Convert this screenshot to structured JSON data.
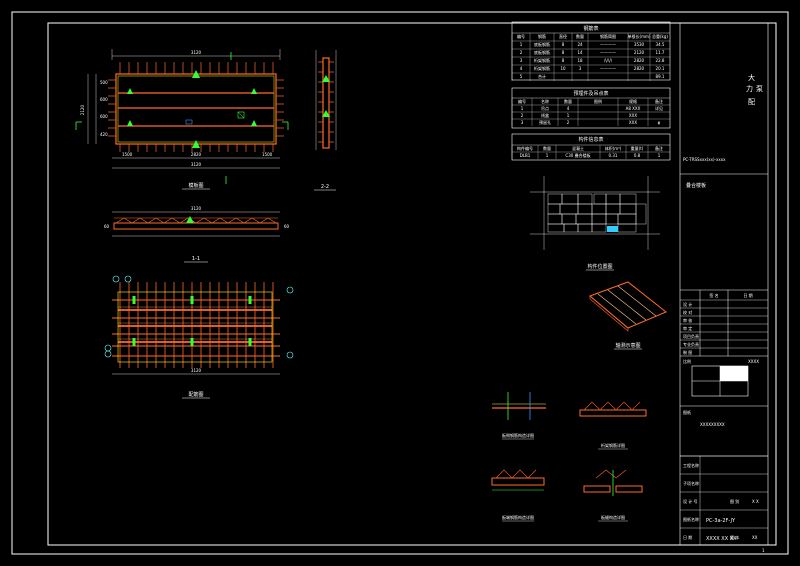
{
  "title_block": {
    "project_chars": [
      "大",
      "力",
      "泵",
      "配"
    ],
    "subtitle": "PC-TRSSxxx(xx)-xxxx",
    "drawing_name": "叠合楼板",
    "rows": [
      {
        "left": "设  计",
        "right": ""
      },
      {
        "left": "校  对",
        "right": ""
      },
      {
        "left": "审  核",
        "right": ""
      },
      {
        "left": "审  定",
        "right": ""
      },
      {
        "left": "项目负责",
        "right": ""
      },
      {
        "left": "专业负责",
        "right": ""
      },
      {
        "left": "制  图",
        "right": ""
      }
    ],
    "col_headers": [
      "签  名",
      "日  期"
    ],
    "scale_left": "比例",
    "scale_right": "XXXX",
    "info_label": "图纸",
    "info_value": "XXXXXXXXX",
    "bottom_rows": [
      {
        "label": "工程名称",
        "value": ""
      },
      {
        "label": "子项名称",
        "value": ""
      },
      {
        "label": "设 计 号",
        "value": "",
        "extra_label": "图 别",
        "extra_value": "X X"
      },
      {
        "label": "图纸名称",
        "value": "PC-3a-2F-JY"
      },
      {
        "label": "日  期",
        "value": "XXXX XX XX",
        "extra_label": "版 本",
        "extra_value": "XX"
      }
    ],
    "sheet_no": "1"
  },
  "tables": {
    "rebar_table_title": "钢筋表",
    "rebar_headers": [
      "编号",
      "钢筋",
      "直径",
      "数量",
      "钢筋简图",
      "单根长(mm)",
      "总重(kg)"
    ],
    "rebar_rows": [
      [
        "1",
        "底板钢筋",
        "8",
        "24",
        "————",
        "3530",
        "34.5"
      ],
      [
        "2",
        "底板钢筋",
        "8",
        "14",
        "————",
        "2120",
        "11.7"
      ],
      [
        "3",
        "桁架钢筋",
        "8",
        "18",
        "/\\/\\/\\",
        "2820",
        "22.8"
      ],
      [
        "4",
        "桁架钢筋",
        "10",
        "3",
        "————",
        "2820",
        "20.1"
      ],
      [
        "5",
        "合计",
        "",
        "",
        "",
        "",
        "89.1"
      ]
    ],
    "embed_table_title": "预埋件及吊点表",
    "embed_headers": [
      "编号",
      "名称",
      "数量",
      "图例",
      "规格",
      "备注"
    ],
    "embed_rows": [
      [
        "1",
        "吊点",
        "4",
        "",
        "A8 XXX",
        "详见"
      ],
      [
        "2",
        "线盒",
        "1",
        "",
        "XXX",
        ""
      ],
      [
        "3",
        "预留孔",
        "2",
        "",
        "XXX",
        "φ"
      ]
    ],
    "component_table_title": "构件信息表",
    "component_headers": [
      "构件编号",
      "数量",
      "混凝土",
      "体积(m³)",
      "重量(t)",
      "备注"
    ],
    "component_rows": [
      [
        "DLB1",
        "1",
        "C30 叠合楼板",
        "0.31",
        "0.8",
        "1"
      ]
    ]
  },
  "views": {
    "plan_label": "模板图",
    "section_22_label": "2-2",
    "section_11_label": "1-1",
    "rebar_label": "配筋图",
    "key_plan_label": "构件位置图",
    "axo_label": "轴测示意图",
    "detail_labels": [
      "板侧钢筋构造详图",
      "桁架钢筋详图",
      "板端钢筋构造详图",
      "板缝构造详图"
    ]
  },
  "dimensions": {
    "plan_overall": "3120",
    "plan_inner": "2820",
    "plan_side_left": "1500",
    "plan_side_right": "1500",
    "plan_h_total": "2120",
    "plan_h_segments": [
      "500",
      "600",
      "600",
      "420"
    ],
    "section_len": "3120",
    "section_thk": "60",
    "rebar_overall": "3120"
  },
  "colors": {
    "frame": "#ffffff",
    "rebar": "#ff6a2a",
    "green": "#33ff33",
    "yellow": "#ffff00",
    "cyan": "#66ffff",
    "blue": "#3399ff"
  }
}
